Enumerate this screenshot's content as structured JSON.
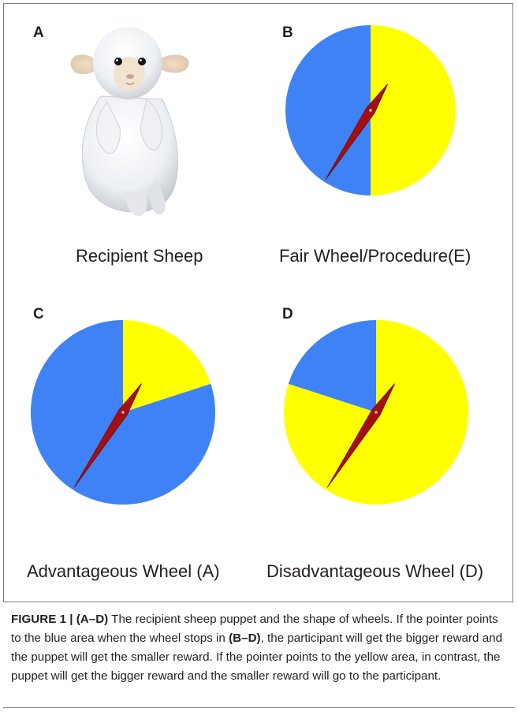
{
  "colors": {
    "blue": "#3e82f5",
    "yellow": "#ffff00",
    "pointer": "#a50f0f",
    "pointer_edge": "#6d0505"
  },
  "panels": {
    "a": {
      "letter": "A",
      "caption": "Recipient Sheep",
      "image_name": "sheep-puppet-photo"
    },
    "b": {
      "letter": "B",
      "caption": "Fair Wheel/Procedure(E)",
      "blue_fraction": 0.5
    },
    "c": {
      "letter": "C",
      "caption": "Advantageous Wheel (A)",
      "blue_fraction": 0.8
    },
    "d": {
      "letter": "D",
      "caption": "Disadvantageous Wheel (D)",
      "blue_fraction": 0.2
    }
  },
  "figure_caption": {
    "label": "FIGURE 1 | (A–D)",
    "t1": " The recipient sheep puppet and the shape of wheels. If the pointer points to the blue area when the wheel stops in ",
    "ref": "(B–D)",
    "t2": ", the participant will get the bigger reward and the puppet will get the smaller reward. If the pointer points to the yellow area, in contrast, the puppet will get the bigger reward and the smaller reward will go to the participant."
  }
}
